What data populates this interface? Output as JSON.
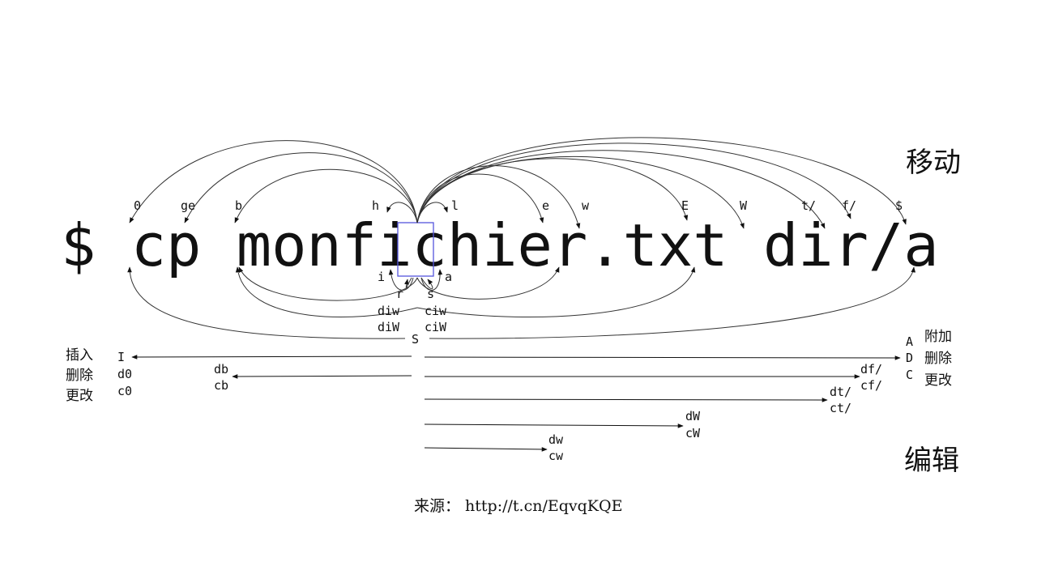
{
  "command_line": "$ cp monfichier.txt dir/a",
  "cursor_char": "c",
  "section_titles": {
    "motion": "移动",
    "editing": "编辑"
  },
  "motion_keys": {
    "zero": "0",
    "ge": "ge",
    "b": "b",
    "h": "h",
    "l": "l",
    "e": "e",
    "w": "w",
    "E": "E",
    "W": "W",
    "t_slash": "t/",
    "f_slash": "f/",
    "dollar": "$"
  },
  "insert_keys": {
    "i": "i",
    "a": "a",
    "r": "r",
    "s": "s",
    "diw": "diw",
    "ciw": "ciw",
    "diW": "diW",
    "ciW": "ciW",
    "S": "S"
  },
  "left_edit": {
    "labels_cn": [
      "插入",
      "删除",
      "更改"
    ],
    "keys": [
      "I",
      "d0",
      "c0"
    ],
    "db": "db",
    "cb": "cb"
  },
  "right_edit": {
    "keys": [
      "A",
      "D",
      "C"
    ],
    "labels_cn": [
      "附加",
      "删除",
      "更改"
    ],
    "df": "df/",
    "cf": "cf/",
    "dt": "dt/",
    "ct": "ct/",
    "dW": "dW",
    "cW": "cW",
    "dw": "dw",
    "cw": "cw"
  },
  "source": "来源： http://t.cn/EqvqKQE",
  "colors": {
    "cursor_box": "#5555dd",
    "ink": "#111111",
    "arc": "#333333"
  }
}
